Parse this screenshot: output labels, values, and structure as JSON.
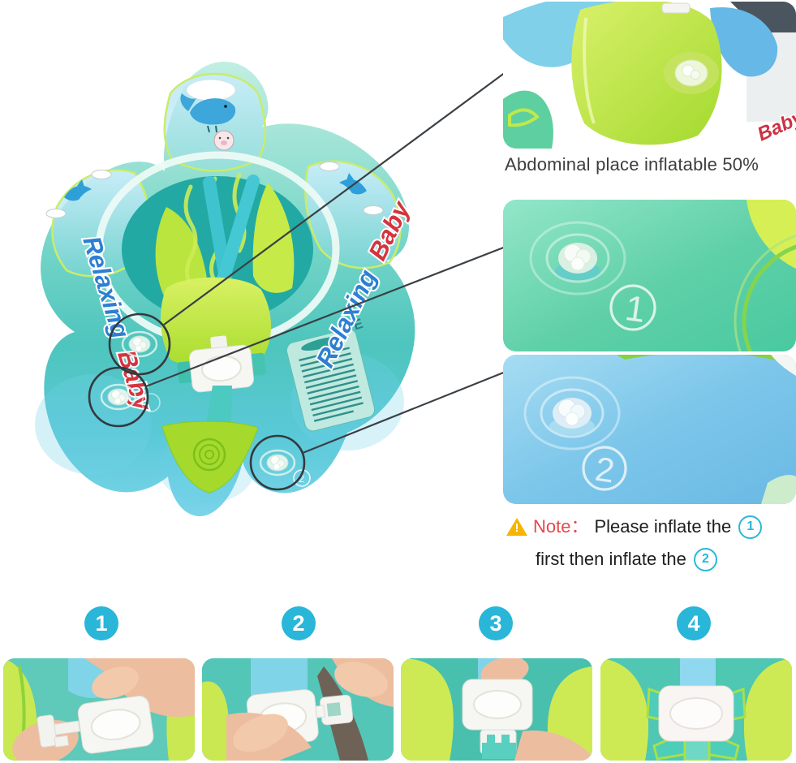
{
  "main_photo": {
    "brand_word1": "Relaxing",
    "brand_word2": "Baby",
    "ce_mark": "CE",
    "valve_print_number": "2"
  },
  "insets": {
    "abdominal": {
      "caption": "Abdominal place inflatable 50%",
      "corner_text": "Baby"
    },
    "chamber1": {
      "number": "1"
    },
    "chamber2": {
      "number": "2"
    }
  },
  "note": {
    "warning_mark": "!",
    "label": "Note：",
    "line1": "Please inflate the",
    "line1_number": "1",
    "line2": "first then inflate the",
    "line2_number": "2"
  },
  "steps": [
    "1",
    "2",
    "3",
    "4"
  ],
  "colors": {
    "accent_cyan": "#29b6d8",
    "note_red": "#e8474f",
    "warning_yellow": "#f7b500",
    "float_teal": "#4ec5bd",
    "float_green": "#c3e93f",
    "callout_line": "#3a4045"
  }
}
